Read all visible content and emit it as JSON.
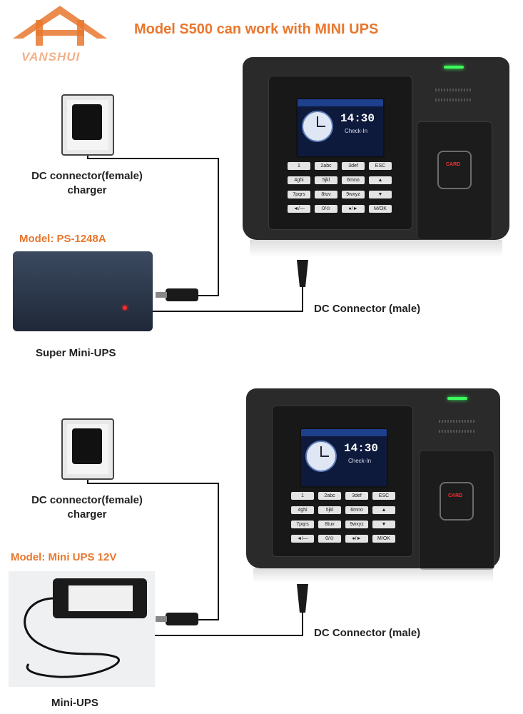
{
  "header": {
    "title": "Model S500 can work with MINI UPS",
    "brand": "VANSHUI",
    "brand_color": "#e8772e"
  },
  "diagram_top": {
    "charger_label_line1": "DC connector(female)",
    "charger_label_line2": "charger",
    "ups_model": "Model: PS-1248A",
    "ups_name": "Super Mini-UPS",
    "connector_label": "DC Connector (male)"
  },
  "diagram_bottom": {
    "charger_label_line1": "DC connector(female)",
    "charger_label_line2": "charger",
    "ups_model": "Model: Mini UPS 12V",
    "ups_name": "Mini-UPS",
    "connector_label": "DC Connector (male)"
  },
  "device": {
    "screen_time": "14:30",
    "screen_status": "Check-In",
    "card_text": "CARD",
    "keys": [
      "1",
      "2abc",
      "3def",
      "ESC",
      "4ghi",
      "5jkl",
      "6mno",
      "▲",
      "7pqrs",
      "8tuv",
      "9wxyz",
      "▼",
      "◄/—",
      "0/⊙",
      "●/►",
      "M/OK"
    ]
  }
}
